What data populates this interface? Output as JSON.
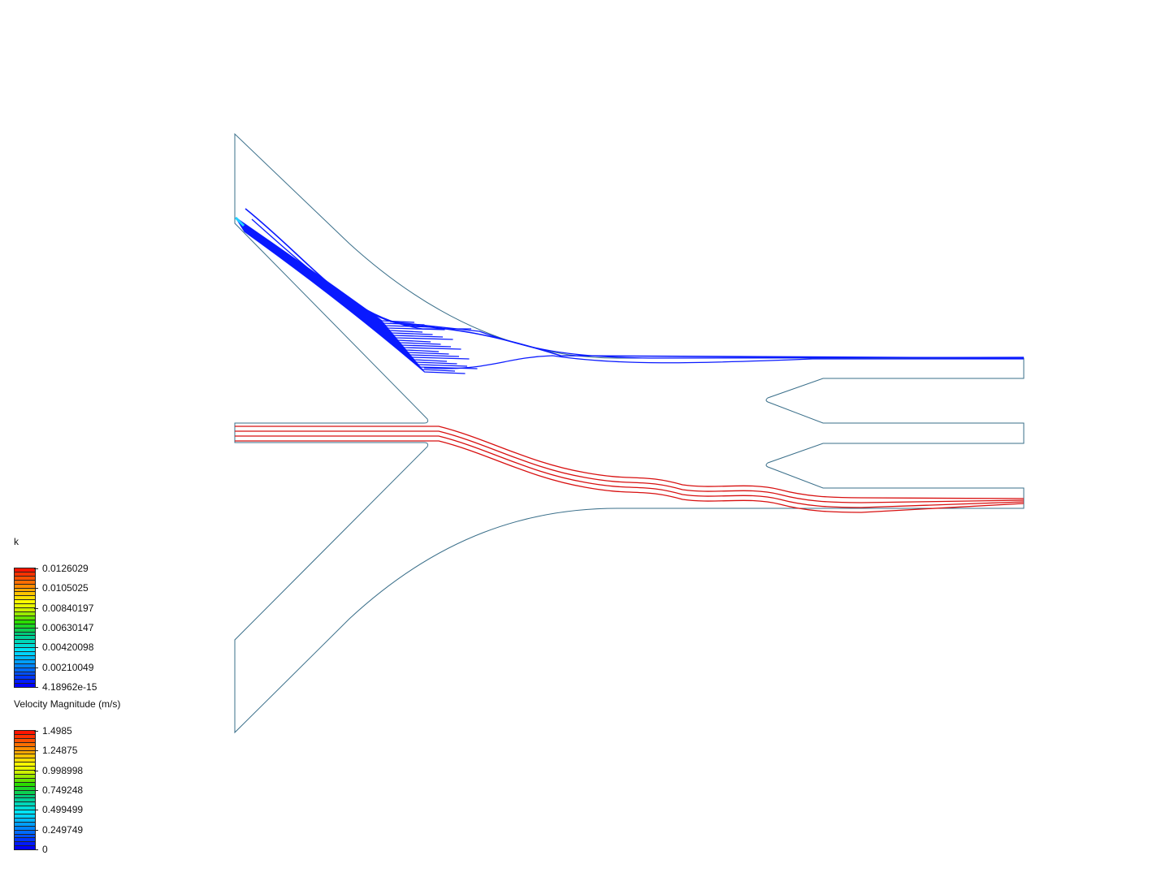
{
  "legends": [
    {
      "title": "k",
      "labels": [
        "0.0126029",
        "0.0105025",
        "0.00840197",
        "0.00630147",
        "0.00420098",
        "0.00210049",
        "4.18962e-15"
      ]
    },
    {
      "title": "Velocity Magnitude (m/s)",
      "labels": [
        "1.4985",
        "1.24875",
        "0.998998",
        "0.749248",
        "0.499499",
        "0.249749",
        "0"
      ]
    }
  ],
  "colors": {
    "outline": "#3a6f8a",
    "streamline_k": "#0a1aff",
    "streamline_velocity": "#e01010"
  }
}
